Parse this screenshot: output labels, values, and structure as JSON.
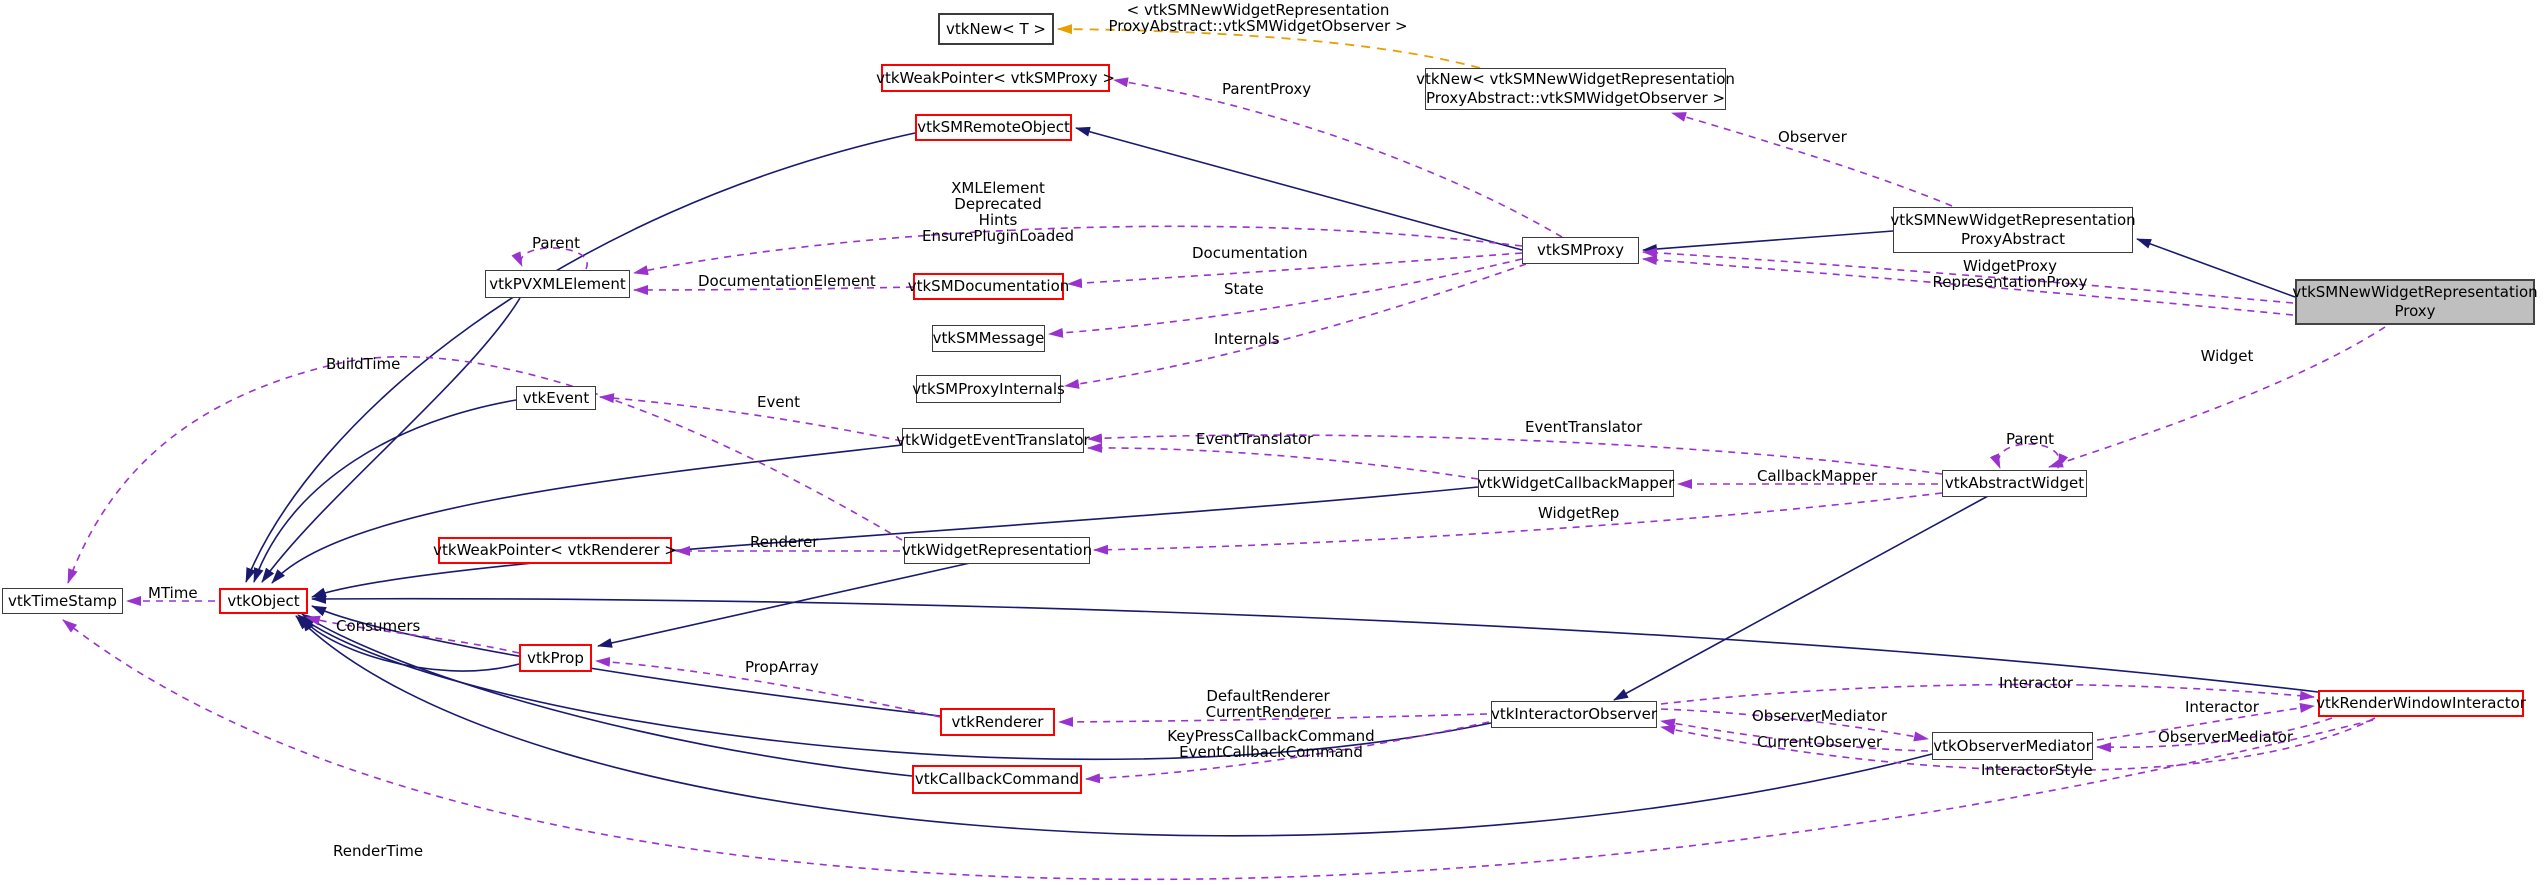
{
  "diagram": {
    "kind": "doxygen-collaboration-graph",
    "subject_class": "vtkSMNewWidgetRepresentationProxy",
    "colors": {
      "inheritance_edge": "#191970",
      "usage_edge": "#9a32cd",
      "template_edge": "#e8a000",
      "node_border": "#3c3c3c",
      "undocumented_node_border": "#ff0000",
      "subject_node_fill": "#bfbfbf",
      "background": "#ffffff"
    },
    "nodes": [
      {
        "id": "vtknew-t",
        "lines": [
          "vtkNew< T >"
        ]
      },
      {
        "id": "weakptr-smproxy",
        "lines": [
          "vtkWeakPointer< vtkSMProxy >"
        ]
      },
      {
        "id": "vtknew-widgetobserver",
        "lines": [
          "vtkNew< vtkSMNewWidgetRepresentation",
          "ProxyAbstract::vtkSMWidgetObserver >"
        ]
      },
      {
        "id": "smremoteobject",
        "lines": [
          "vtkSMRemoteObject"
        ]
      },
      {
        "id": "pvxmlelement",
        "lines": [
          "vtkPVXMLElement"
        ]
      },
      {
        "id": "smdocumentation",
        "lines": [
          "vtkSMDocumentation"
        ]
      },
      {
        "id": "smmessage",
        "lines": [
          "vtkSMMessage"
        ]
      },
      {
        "id": "smproxyinternals",
        "lines": [
          "vtkSMProxyInternals"
        ]
      },
      {
        "id": "smproxy",
        "lines": [
          "vtkSMProxy"
        ]
      },
      {
        "id": "proxyabstract",
        "lines": [
          "vtkSMNewWidgetRepresentation",
          "ProxyAbstract"
        ]
      },
      {
        "id": "subject",
        "lines": [
          "vtkSMNewWidgetRepresentation",
          "Proxy"
        ]
      },
      {
        "id": "vtkevent",
        "lines": [
          "vtkEvent"
        ]
      },
      {
        "id": "widgeteventtranslator",
        "lines": [
          "vtkWidgetEventTranslator"
        ]
      },
      {
        "id": "widgetcallbackmapper",
        "lines": [
          "vtkWidgetCallbackMapper"
        ]
      },
      {
        "id": "abstractwidget",
        "lines": [
          "vtkAbstractWidget"
        ]
      },
      {
        "id": "weakptr-renderer",
        "lines": [
          "vtkWeakPointer< vtkRenderer >"
        ]
      },
      {
        "id": "widgetrepresentation",
        "lines": [
          "vtkWidgetRepresentation"
        ]
      },
      {
        "id": "timestamp",
        "lines": [
          "vtkTimeStamp"
        ]
      },
      {
        "id": "vtkobject",
        "lines": [
          "vtkObject"
        ]
      },
      {
        "id": "vtkprop",
        "lines": [
          "vtkProp"
        ]
      },
      {
        "id": "vtkrenderer",
        "lines": [
          "vtkRenderer"
        ]
      },
      {
        "id": "callbackcommand",
        "lines": [
          "vtkCallbackCommand"
        ]
      },
      {
        "id": "interactorobserver",
        "lines": [
          "vtkInteractorObserver"
        ]
      },
      {
        "id": "observermediator",
        "lines": [
          "vtkObserverMediator"
        ]
      },
      {
        "id": "renderwindowinteractor",
        "lines": [
          "vtkRenderWindowInteractor"
        ]
      }
    ],
    "edge_labels": [
      {
        "id": "template-args",
        "lines": [
          "< vtkSMNewWidgetRepresentation",
          "ProxyAbstract::vtkSMWidgetObserver >"
        ]
      },
      {
        "id": "parent-proxy",
        "lines": [
          "ParentProxy"
        ]
      },
      {
        "id": "observer",
        "lines": [
          "Observer"
        ]
      },
      {
        "id": "xml-bundle",
        "lines": [
          "XMLElement",
          "Deprecated",
          "Hints",
          "EnsurePluginLoaded"
        ]
      },
      {
        "id": "parent-pvxml",
        "lines": [
          "Parent"
        ]
      },
      {
        "id": "documentation-element",
        "lines": [
          "DocumentationElement"
        ]
      },
      {
        "id": "documentation",
        "lines": [
          "Documentation"
        ]
      },
      {
        "id": "state",
        "lines": [
          "State"
        ]
      },
      {
        "id": "internals",
        "lines": [
          "Internals"
        ]
      },
      {
        "id": "build-time",
        "lines": [
          "BuildTime"
        ]
      },
      {
        "id": "event",
        "lines": [
          "Event"
        ]
      },
      {
        "id": "event-translator-1",
        "lines": [
          "EventTranslator"
        ]
      },
      {
        "id": "event-translator-2",
        "lines": [
          "EventTranslator"
        ]
      },
      {
        "id": "callback-mapper",
        "lines": [
          "CallbackMapper"
        ]
      },
      {
        "id": "parent-widget",
        "lines": [
          "Parent"
        ]
      },
      {
        "id": "widget-rep",
        "lines": [
          "WidgetRep"
        ]
      },
      {
        "id": "renderer",
        "lines": [
          "Renderer"
        ]
      },
      {
        "id": "mtime",
        "lines": [
          "MTime"
        ]
      },
      {
        "id": "consumers",
        "lines": [
          "Consumers"
        ]
      },
      {
        "id": "prop-array",
        "lines": [
          "PropArray"
        ]
      },
      {
        "id": "default-current-renderer",
        "lines": [
          "DefaultRenderer",
          "CurrentRenderer"
        ]
      },
      {
        "id": "callback-commands",
        "lines": [
          "KeyPressCallbackCommand",
          "EventCallbackCommand"
        ]
      },
      {
        "id": "observer-mediator-mid",
        "lines": [
          "ObserverMediator"
        ]
      },
      {
        "id": "current-observer",
        "lines": [
          "CurrentObserver"
        ]
      },
      {
        "id": "interactor-top",
        "lines": [
          "Interactor"
        ]
      },
      {
        "id": "interactor-right",
        "lines": [
          "Interactor"
        ]
      },
      {
        "id": "observer-mediator-right",
        "lines": [
          "ObserverMediator"
        ]
      },
      {
        "id": "interactor-style",
        "lines": [
          "InteractorStyle"
        ]
      },
      {
        "id": "render-time",
        "lines": [
          "RenderTime"
        ]
      },
      {
        "id": "widget",
        "lines": [
          "Widget"
        ]
      },
      {
        "id": "widget-proxy",
        "lines": [
          "WidgetProxy",
          "RepresentationProxy"
        ]
      }
    ]
  }
}
